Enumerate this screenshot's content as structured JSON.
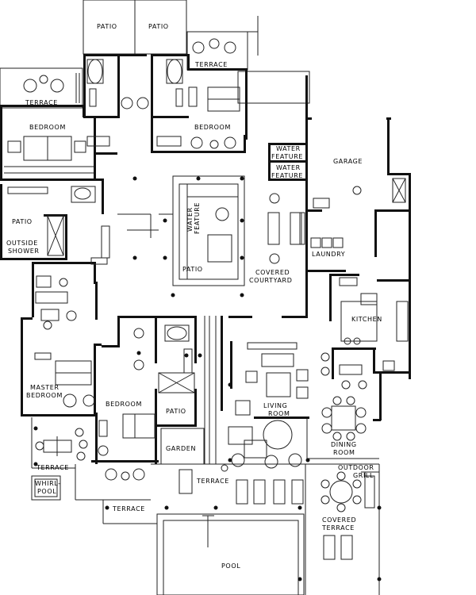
{
  "plan": {
    "rooms": {
      "patio_top_left": "PATIO",
      "patio_top_right": "PATIO",
      "terrace_top_right": "TERRACE",
      "terrace_top_left": "TERRACE",
      "bedroom_left": "BEDROOM",
      "bedroom_right": "BEDROOM",
      "water_feature_1": "WATER",
      "water_feature_1b": "FEATURE",
      "water_feature_2": "WATER",
      "water_feature_2b": "FEATURE",
      "garage": "GARAGE",
      "patio_left": "PATIO",
      "outside_shower_1": "OUTSIDE",
      "outside_shower_2": "SHOWER",
      "water_feature_center_1": "WATER",
      "water_feature_center_2": "FEATURE",
      "patio_center": "PATIO",
      "covered_courtyard_1": "COVERED",
      "covered_courtyard_2": "COURTYARD",
      "laundry": "LAUNDRY",
      "kitchen": "KITCHEN",
      "master_bedroom_1": "MASTER",
      "master_bedroom_2": "BEDROOM",
      "bedroom_center": "BEDROOM",
      "patio_center_small": "PATIO",
      "living_room_1": "LIVING",
      "living_room_2": "ROOM",
      "dining_room_1": "DINING",
      "dining_room_2": "ROOM",
      "garden": "GARDEN",
      "terrace_bottom_left": "TERRACE",
      "whirlpool_1": "WHIRL-",
      "whirlpool_2": "POOL",
      "terrace_center": "TERRACE",
      "terrace_bottom": "TERRACE",
      "outdoor_grill_1": "OUTDOOR",
      "outdoor_grill_2": "GRILL",
      "covered_terrace_1": "COVERED",
      "covered_terrace_2": "TERRACE",
      "pool": "POOL"
    }
  }
}
